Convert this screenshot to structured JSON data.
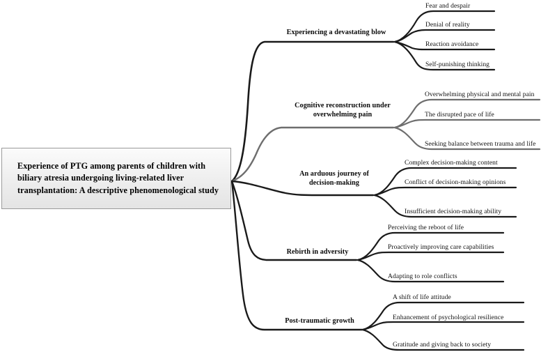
{
  "diagram": {
    "type": "mind-map",
    "title_node": {
      "text": "Experience of PTG among parents of children with biliary atresia undergoing living-related liver transplantation: A descriptive phenomenological study"
    },
    "colors": {
      "dark_branch": "#1a1a1a",
      "gray_branch": "#6e6e6e",
      "root_border": "#9a9a9a",
      "root_fill": "#efefef",
      "text": "#000000"
    },
    "branches": [
      {
        "label": "Experiencing a devastating blow",
        "color": "dark",
        "children": [
          {
            "label": "Fear and despair"
          },
          {
            "label": "Denial of reality"
          },
          {
            "label": "Reaction avoidance"
          },
          {
            "label": "Self-punishing thinking"
          }
        ]
      },
      {
        "label": "Cognitive reconstruction under overwhelming pain",
        "label_line1": "Cognitive reconstruction under",
        "label_line2": "overwhelming pain",
        "color": "gray",
        "children": [
          {
            "label": "Overwhelming physical and mental pain"
          },
          {
            "label": "The disrupted pace of life"
          },
          {
            "label": "Seeking balance between trauma and life"
          }
        ]
      },
      {
        "label": "An arduous journey of decision-making",
        "label_line1": "An arduous journey of",
        "label_line2": "decision-making",
        "color": "dark",
        "children": [
          {
            "label": "Complex decision-making content"
          },
          {
            "label": "Conflict of decision-making opinions"
          },
          {
            "label": "Insufficient decision-making ability"
          }
        ]
      },
      {
        "label": "Rebirth in adversity",
        "color": "dark",
        "children": [
          {
            "label": "Perceiving the reboot of life"
          },
          {
            "label": "Proactively improving care capabilities"
          },
          {
            "label": "Adapting to role conflicts"
          }
        ]
      },
      {
        "label": "Post-traumatic growth",
        "color": "dark",
        "children": [
          {
            "label": "A shift of life attitude"
          },
          {
            "label": "Enhancement of psychological resilience"
          },
          {
            "label": "Gratitude and giving back to society"
          }
        ]
      }
    ]
  }
}
